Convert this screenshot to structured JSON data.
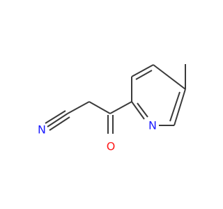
{
  "molecule": {
    "atoms": [
      {
        "id": "N_nitrile",
        "label": "N",
        "color": "#1a1aff"
      },
      {
        "id": "O_carbonyl",
        "label": "O",
        "color": "#ff1a1a"
      },
      {
        "id": "N_pyridine",
        "label": "N",
        "color": "#1a1aff"
      }
    ],
    "bond_color": "#3a3a3a"
  }
}
